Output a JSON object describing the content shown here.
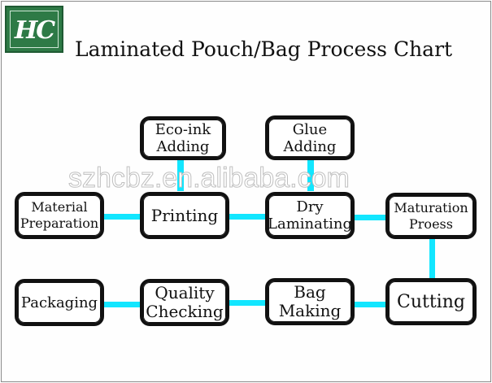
{
  "logo": {
    "text": "HC"
  },
  "title": "Laminated Pouch/Bag Process Chart",
  "watermark": "szhcbz.en.alibaba.com",
  "steps": {
    "eco_ink": {
      "line1": "Eco-ink",
      "line2": "Adding"
    },
    "glue": {
      "line1": "Glue",
      "line2": "Adding"
    },
    "material": {
      "line1": "Material",
      "line2": "Preparation"
    },
    "printing": {
      "line1": "Printing"
    },
    "dry_laminating": {
      "line1": "Dry",
      "line2": "Laminating"
    },
    "maturation": {
      "line1": "Maturation",
      "line2": "Proess"
    },
    "packaging": {
      "line1": "Packaging"
    },
    "quality": {
      "line1": "Quality",
      "line2": "Checking"
    },
    "bag_making": {
      "line1": "Bag",
      "line2": "Making"
    },
    "cutting": {
      "line1": "Cutting"
    }
  },
  "colors": {
    "connector": "#12e6ff",
    "border": "#111111",
    "logo_bg": "#2e7a46"
  }
}
